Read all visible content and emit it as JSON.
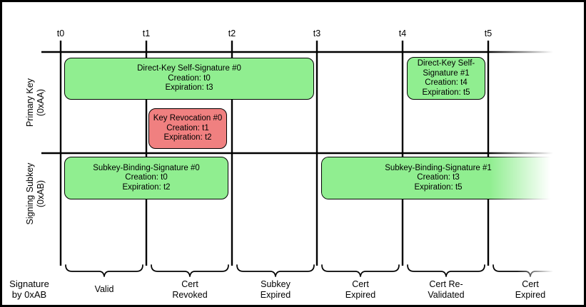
{
  "timeline": {
    "ticks": [
      "t0",
      "t1",
      "t2",
      "t3",
      "t4",
      "t5"
    ]
  },
  "rows": {
    "primary": {
      "line1": "Primary Key",
      "line2": "(0xAA)"
    },
    "subkey": {
      "line1": "Signing Subkey",
      "line2": "(0xAB)"
    }
  },
  "boxes": {
    "direct_key_0": {
      "lines": [
        "Direct-Key Self-Signature #0",
        "Creation: t0",
        "Expiration: t3"
      ],
      "color": "#90EE90"
    },
    "key_revocation_0": {
      "lines": [
        "Key Revocation #0",
        "Creation: t1",
        "Expiration: t2"
      ],
      "color": "#F08080"
    },
    "direct_key_1": {
      "lines": [
        "Direct-Key Self-",
        "Signature #1",
        "Creation: t4",
        "Expiration: t5"
      ],
      "color": "#90EE90"
    },
    "subkey_binding_0": {
      "lines": [
        "Subkey-Binding-Signature #0",
        "Creation: t0",
        "Expiration: t2"
      ],
      "color": "#90EE90"
    },
    "subkey_binding_1": {
      "lines": [
        "Subkey-Binding-Signature #1",
        "Creation: t3",
        "Expiration: t5"
      ],
      "color": "#90EE90"
    }
  },
  "bottom_axis": {
    "label_line1": "Signature",
    "label_line2": "by 0xAB",
    "periods": [
      {
        "lines": [
          "Valid",
          ""
        ]
      },
      {
        "lines": [
          "Cert",
          "Revoked"
        ]
      },
      {
        "lines": [
          "Subkey",
          "Expired"
        ]
      },
      {
        "lines": [
          "Cert",
          "Expired"
        ]
      },
      {
        "lines": [
          "Cert Re-",
          "Validated"
        ]
      },
      {
        "lines": [
          "Cert",
          "Expired"
        ]
      }
    ]
  },
  "colors": {
    "valid_fill": "#90EE90",
    "revoked_fill": "#F08080",
    "line": "#000000",
    "background": "#FFFFFF"
  }
}
